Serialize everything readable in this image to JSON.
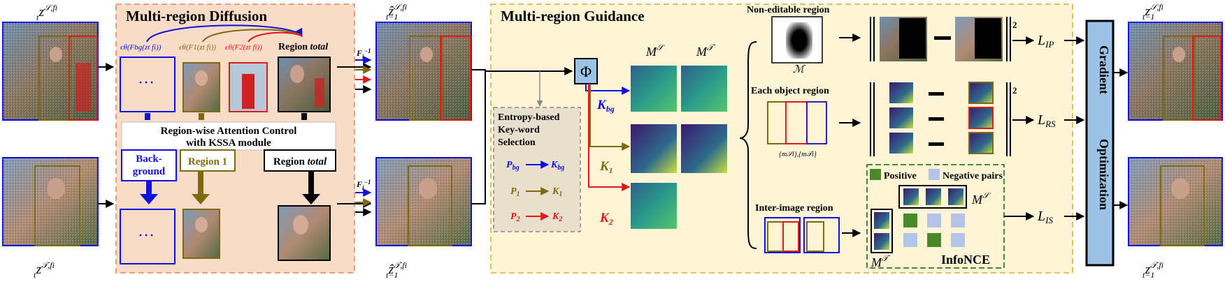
{
  "panels": {
    "diffusion_title": "Multi-region Diffusion",
    "guidance_title": "Multi-region Guidance"
  },
  "latents": {
    "z_s_top": "z",
    "z_s_sup": "𝒮,fi",
    "z_s_sub": "t",
    "z_t_bottom": "z",
    "z_t_sup": "𝒯,fi",
    "z_t_sub": "t",
    "zhat_s": "ẑ",
    "zhat_s_sup": "𝒮,fi",
    "zhat_s_sub": "t−1",
    "zhat_t": "ẑ",
    "zhat_t_sup": "𝒯,fi",
    "zhat_t_sub": "t−1",
    "zout_s": "z",
    "zout_s_sup": "𝒮,fi",
    "zout_s_sub": "t−1",
    "zout_t": "z",
    "zout_t_sup": "𝒯,fi",
    "zout_t_sub": "t−1"
  },
  "diffusion": {
    "eps_bg": "ϵθ(Fbg(zt fi))",
    "eps_1": "ϵθ(F1(zt fi))",
    "eps_2": "ϵθ(F2(zt fi))",
    "region_total": "Region total",
    "dots": "···",
    "attention_line1": "Region-wise Attention Control",
    "attention_line2": "with KSSA module",
    "background_line1": "Back-",
    "background_line2": "ground",
    "region1": "Region 1",
    "region_total2": "Region total",
    "f_inverse": "Fi−1"
  },
  "entropy": {
    "line1": "Entropy-based",
    "line2": "Key-word",
    "line3": "Selection",
    "p_bg": "Pbg",
    "k_bg": "Kbg",
    "p_1": "P1",
    "k_1": "K1",
    "p_2": "P2",
    "k_2": "K2"
  },
  "guidance": {
    "phi": "Φ",
    "m_s": "M𝒮",
    "m_t": "M𝒯",
    "k_bg": "Kbg",
    "k_1": "K1",
    "k_2": "K2",
    "non_editable": "Non-editable region",
    "mask_label": "ℳ",
    "each_object": "Each object region",
    "m_sets": "{m𝒮i},{m𝒯i}",
    "inter_image": "Inter-image region",
    "positive": "Positive",
    "negative": "Negative pairs",
    "infonce": "InfoNCE",
    "m_s2": "M𝒮",
    "m_t2": "M𝒯",
    "norm_sq": "2",
    "l_ip": "L",
    "l_ip_sub": "IP",
    "l_rs": "L",
    "l_rs_sub": "RS",
    "l_is": "L",
    "l_is_sub": "IS",
    "gradient": "Gradient",
    "optimization": "Optimization"
  },
  "colors": {
    "diffusion_bg": "#f9dcc8",
    "diffusion_border": "#e8a07c",
    "guidance_bg": "#fdf5d6",
    "guidance_border": "#e0c060",
    "blue": "#1010e0",
    "olive": "#806a10",
    "red": "#e01818",
    "gradient_box": "#9cc3e6",
    "positive": "#4a8a2a",
    "negative": "#b4c4e8"
  }
}
